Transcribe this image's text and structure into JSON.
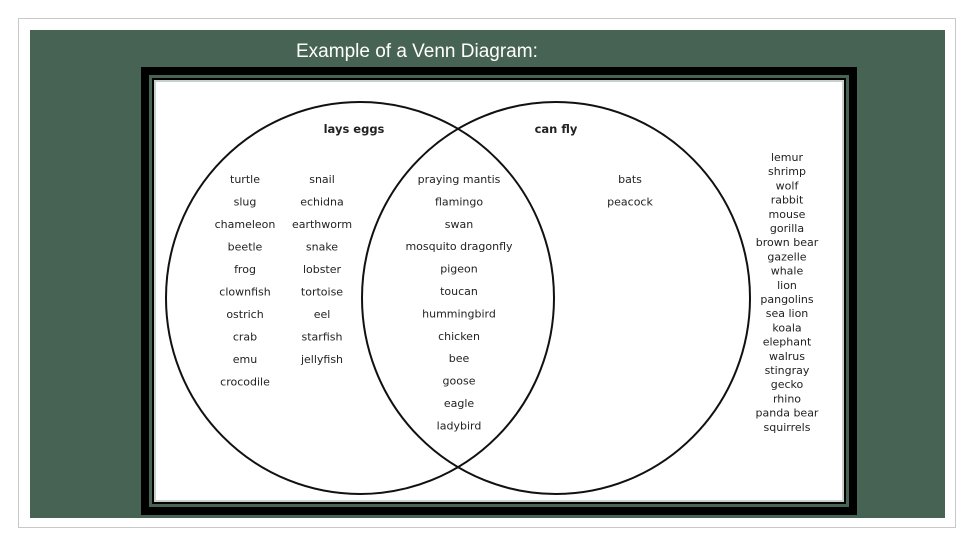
{
  "slide": {
    "title": "Example of a Venn Diagram:"
  },
  "venn": {
    "left_label": "lays eggs",
    "right_label": "can fly",
    "left_only_col1": [
      "turtle",
      "slug",
      "chameleon",
      "beetle",
      "frog",
      "clownfish",
      "ostrich",
      "crab",
      "emu",
      "crocodile"
    ],
    "left_only_col2": [
      "snail",
      "echidna",
      "earthworm",
      "snake",
      "lobster",
      "tortoise",
      "eel",
      "starfish",
      "jellyfish"
    ],
    "both": [
      "praying mantis",
      "flamingo",
      "swan",
      "mosquito dragonfly",
      "pigeon",
      "toucan",
      "hummingbird",
      "chicken",
      "bee",
      "goose",
      "eagle",
      "ladybird"
    ],
    "right_only": [
      "bats",
      "peacock"
    ],
    "outside": [
      "lemur",
      "shrimp",
      "wolf",
      "rabbit",
      "mouse",
      "gorilla",
      "brown bear",
      "gazelle",
      "whale",
      "lion",
      "pangolins",
      "sea lion",
      "koala",
      "elephant",
      "walrus",
      "stingray",
      "gecko",
      "rhino",
      "panda bear",
      "squirrels"
    ]
  }
}
